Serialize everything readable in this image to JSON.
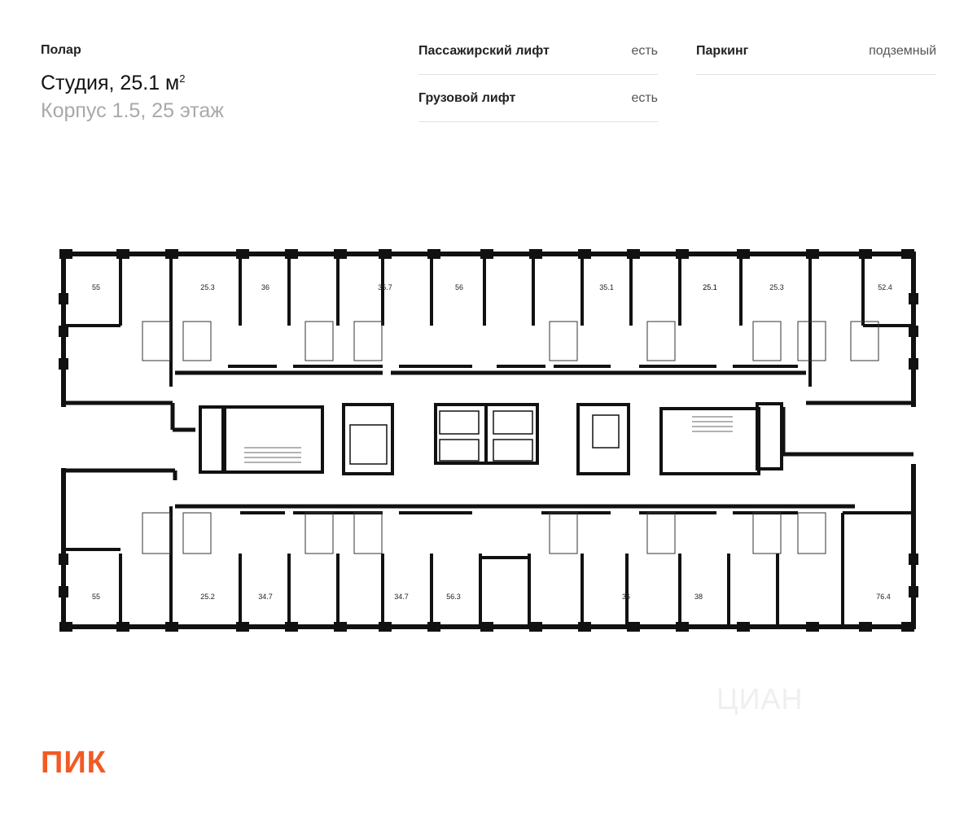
{
  "header": {
    "project": "Полар",
    "apartment_title": "Студия, 25.1 м",
    "apartment_title_sup": "2",
    "subtitle": "Корпус 1.5, 25 этаж"
  },
  "specs": {
    "passenger_lift_label": "Пассажирский лифт",
    "passenger_lift_value": "есть",
    "freight_lift_label": "Грузовой лифт",
    "freight_lift_value": "есть",
    "parking_label": "Паркинг",
    "parking_value": "подземный"
  },
  "floor_plan": {
    "top_units": [
      "55",
      "25.3",
      "36",
      "35.7",
      "56",
      "35.1",
      "25.1",
      "25.3",
      "52.4"
    ],
    "bottom_units": [
      "55",
      "25.2",
      "34.7",
      "34.7",
      "56.3",
      "36",
      "38",
      "76.4"
    ],
    "highlighted_unit": "25.1"
  },
  "watermark": "ЦИАН",
  "logo": "ПИК",
  "colors": {
    "logo": "#f25a24",
    "subtitle": "#a9a9a9",
    "wall": "#111111"
  }
}
